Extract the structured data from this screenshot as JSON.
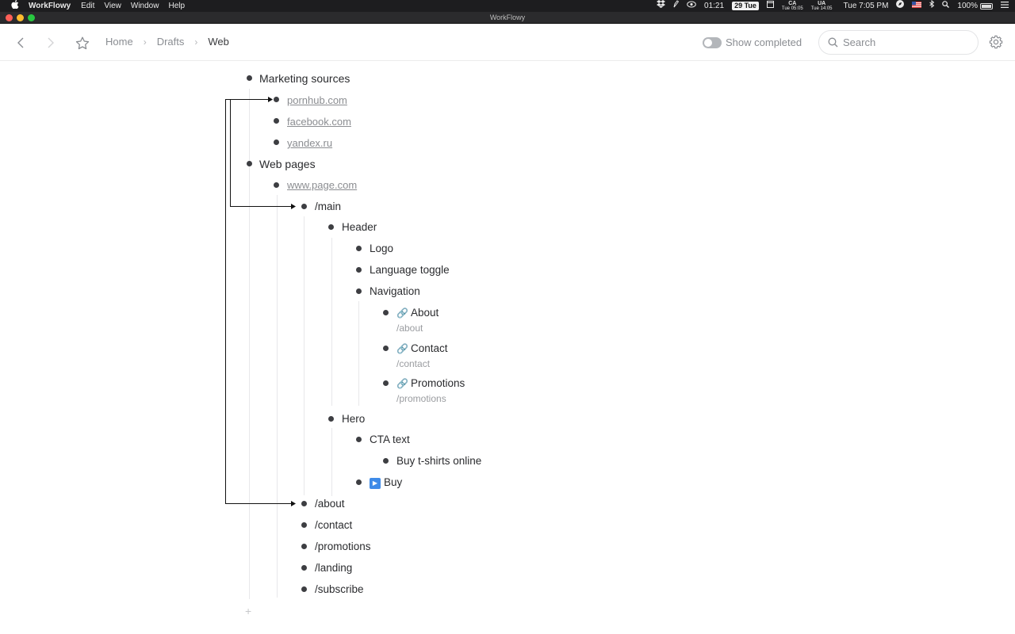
{
  "menubar": {
    "app_name": "WorkFlowy",
    "menus": [
      "Edit",
      "View",
      "Window",
      "Help"
    ],
    "clock_small": "01:21",
    "date_badge": "29 Tue",
    "tz1_code": "CA",
    "tz1_time": "Tue 05:05",
    "tz2_code": "UA",
    "tz2_time": "Tue 14:05",
    "clock": "Tue 7:05 PM",
    "battery": "100%"
  },
  "window": {
    "title": "WorkFlowy"
  },
  "toolbar": {
    "breadcrumbs": [
      "Home",
      "Drafts",
      "Web"
    ],
    "show_completed_label": "Show completed",
    "show_completed_on": false,
    "search_placeholder": "Search"
  },
  "outline": {
    "marketing": {
      "label": "Marketing sources",
      "children": [
        "pornhub.com",
        "facebook.com",
        "yandex.ru"
      ]
    },
    "web_pages": {
      "label": "Web pages",
      "url": "www.page.com",
      "main": "/main",
      "header": "Header",
      "logo": "Logo",
      "language_toggle": "Language toggle",
      "navigation": "Navigation",
      "nav_links": [
        {
          "label": "About",
          "note": "/about"
        },
        {
          "label": "Contact",
          "note": "/contact"
        },
        {
          "label": "Promotions",
          "note": "/promotions"
        }
      ],
      "hero": "Hero",
      "cta_text": "CTA text",
      "cta_value": "Buy t-shirts online",
      "buy": "Buy",
      "pages": [
        "/about",
        "/contact",
        "/promotions",
        "/landing",
        "/subscribe"
      ]
    },
    "add_symbol": "+"
  }
}
